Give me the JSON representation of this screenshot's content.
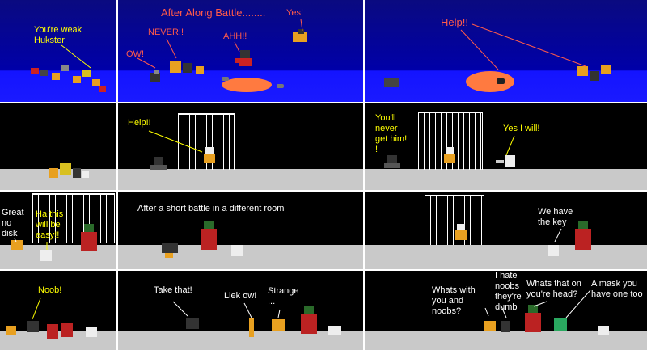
{
  "row1": {
    "p1": {
      "speech": "You're weak\nHukster"
    },
    "p2": {
      "narration": "After Along Battle........",
      "speech_ow": "OW!",
      "speech_never": "NEVER!!",
      "speech_ahh": "AHH!!",
      "speech_yes": "Yes!"
    },
    "p3": {
      "speech_help": "Help!!"
    }
  },
  "row2": {
    "p2": {
      "speech_help": "Help!!"
    },
    "p3": {
      "speech_never": "You'll\nnever\nget him!\n!",
      "speech_yes": "Yes I will!"
    }
  },
  "row3": {
    "p1": {
      "speech_great": "Great\nno\ndisk",
      "speech_easy": "Ha this\nwill be\neasy!!"
    },
    "p2": {
      "narration": "After a short battle in a different room"
    },
    "p3": {
      "speech_key": "We have\nthe key"
    }
  },
  "row4": {
    "p1": {
      "speech_noob": "Noob!"
    },
    "p2": {
      "speech_take": "Take that!",
      "speech_liek": "Liek ow!",
      "speech_strange": "Strange\n..."
    },
    "p3": {
      "speech_whats_noobs": "Whats with\nyou and\nnoobs?",
      "speech_hate": "I hate\nnoobs\nthey're\ndumb",
      "speech_head": "Whats that on\nyou're head?",
      "speech_mask": "A mask you\nhave one too"
    }
  },
  "colors": {
    "sky": "#0000a8",
    "water": "#1a1aff",
    "lava": "#ff7a40",
    "floor": "#c9c9c9",
    "speech": "#ffff00",
    "narration": "#ff5a4a"
  }
}
